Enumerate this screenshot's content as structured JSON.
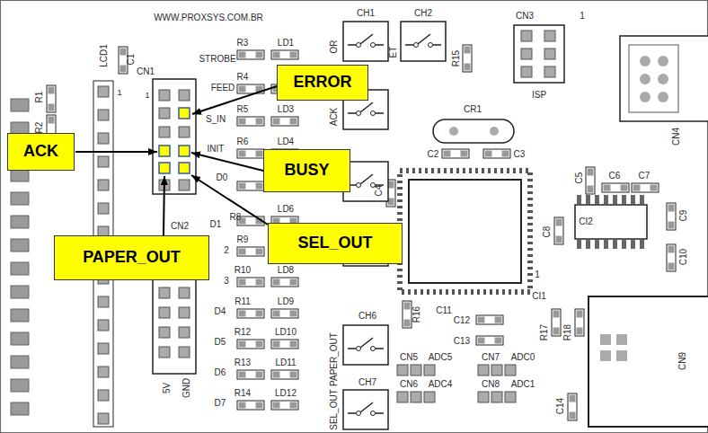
{
  "diagram": {
    "nodes": [
      {
        "text": [
          "ERROR"
        ]
      },
      {
        "text": [
          "ACK"
        ]
      },
      {
        "text": [
          "BUSY"
        ]
      },
      {
        "text": [
          "SEL_OUT"
        ]
      },
      {
        "text": [
          "PAPER_OUT"
        ]
      }
    ],
    "labels": [
      "WWW.PROXSYS.COM.BR",
      "CH1",
      "CH2",
      "CN3",
      "1",
      "LCD1",
      "C1",
      "1",
      "R1",
      "R2",
      "CN1",
      "1",
      "R3",
      "STROBE",
      "LD1",
      "R4",
      "FEED",
      "R5",
      "S_IN",
      "LD3",
      "R6",
      "INIT",
      "LD4",
      "D0",
      "R8",
      "D1",
      "LD6",
      "R9",
      "2",
      "R10",
      "3",
      "LD8",
      "R11",
      "D4",
      "LD9",
      "R12",
      "D5",
      "LD10",
      "R13",
      "D6",
      "LD11",
      "R14",
      "D7",
      "LD12",
      "CN2",
      "5V",
      "GND",
      "OR",
      "ET",
      "ACK",
      "R15",
      "ISP",
      "CN4",
      "CR1",
      "C2",
      "C3",
      "C4",
      "C5",
      "C6",
      "C7",
      "C8",
      "CI2",
      "C9",
      "C10",
      "CI1",
      "1",
      "CH6",
      "PAPER_OUT",
      "R16",
      "C11",
      "C12",
      "C13",
      "R17",
      "R18",
      "CN9",
      "CN5",
      "ADC5",
      "CN7",
      "ADC0",
      "CH7",
      "SEL_OUT",
      "CN6",
      "ADC4",
      "CN8",
      "ADC1",
      "C14"
    ]
  }
}
